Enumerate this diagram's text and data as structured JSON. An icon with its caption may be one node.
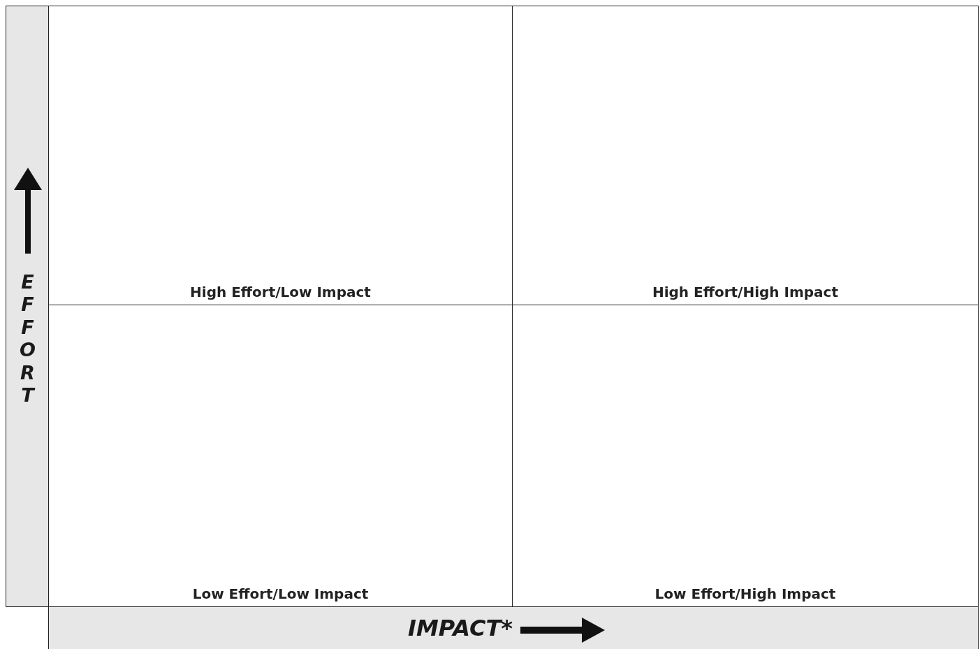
{
  "diagram": {
    "nodes": [
      {
        "text": [
          "High Effort/Low Impact"
        ]
      },
      {
        "text": [
          "High Effort/High Impact"
        ]
      },
      {
        "text": [
          "Low Effort/Low Impact"
        ]
      },
      {
        "text": [
          "Low Effort/High Impact"
        ]
      }
    ],
    "labels": [
      "EFFORT",
      "IMPACT*"
    ]
  }
}
